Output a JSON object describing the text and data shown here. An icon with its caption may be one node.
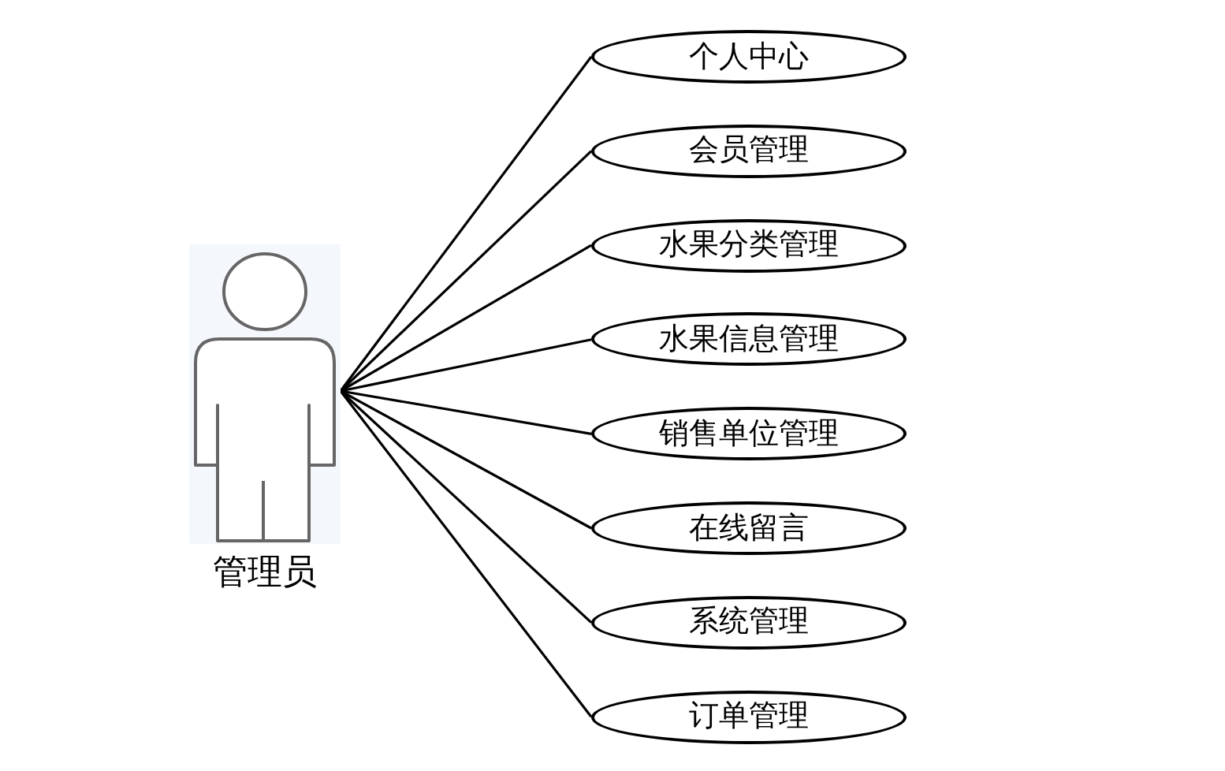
{
  "diagram": {
    "nodes": [
      {
        "text": [
          "管理员"
        ]
      },
      {
        "text": [
          "个人中心"
        ]
      },
      {
        "text": [
          "会员管理"
        ]
      },
      {
        "text": [
          "水果分类管理"
        ]
      },
      {
        "text": [
          "水果信息管理"
        ]
      },
      {
        "text": [
          "销售单位管理"
        ]
      },
      {
        "text": [
          "在线留言"
        ]
      },
      {
        "text": [
          "系统管理"
        ]
      },
      {
        "text": [
          "订单管理"
        ]
      }
    ],
    "edges": [
      {
        "from": 0,
        "to": 1,
        "arrow": "none"
      },
      {
        "from": 0,
        "to": 2,
        "arrow": "none"
      },
      {
        "from": 0,
        "to": 3,
        "arrow": "none"
      },
      {
        "from": 0,
        "to": 4,
        "arrow": "none"
      },
      {
        "from": 0,
        "to": 5,
        "arrow": "none"
      },
      {
        "from": 0,
        "to": 6,
        "arrow": "none"
      },
      {
        "from": 0,
        "to": 7,
        "arrow": "none"
      },
      {
        "from": 0,
        "to": 8,
        "arrow": "none"
      }
    ]
  }
}
